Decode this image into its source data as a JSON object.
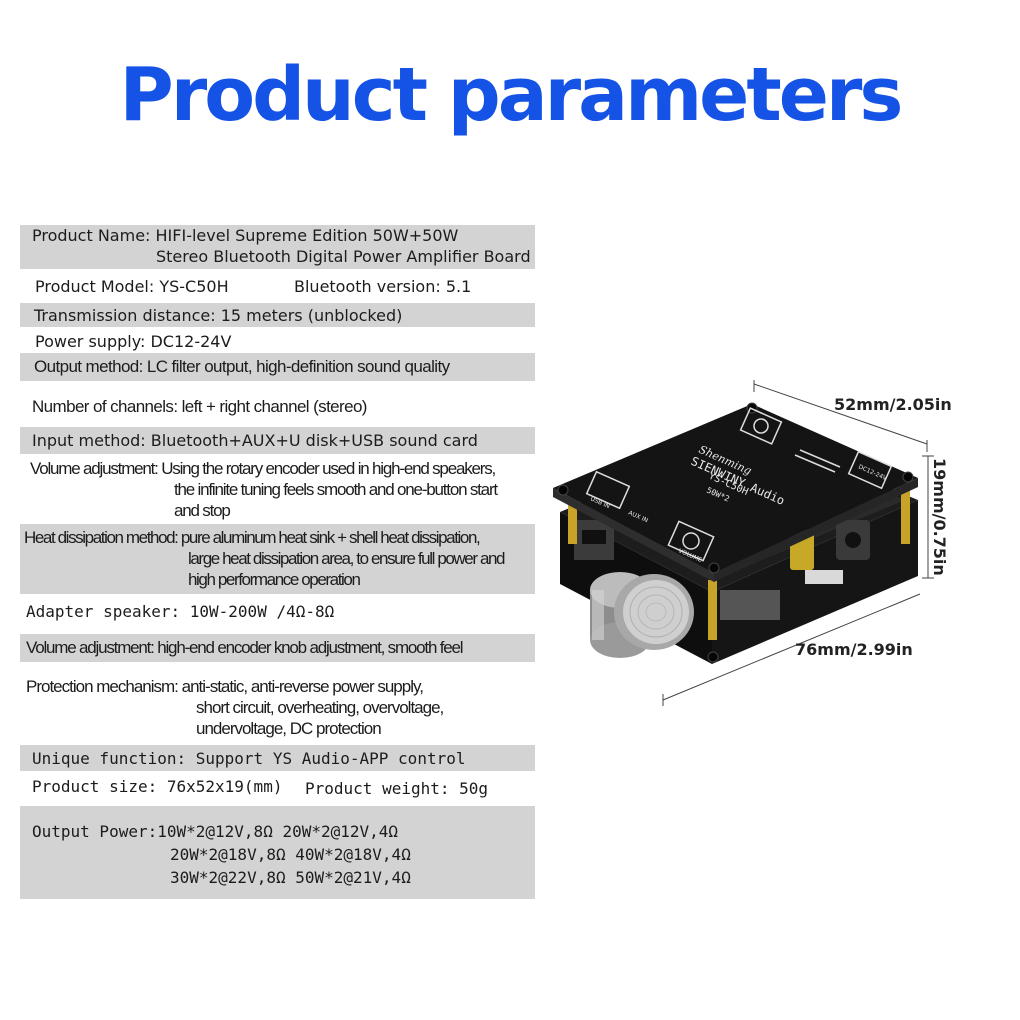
{
  "title": "Product parameters",
  "params": {
    "product_name_l1": "Product Name: HIFI-level Supreme Edition 50W+50W",
    "product_name_l2": "Stereo Bluetooth Digital Power Amplifier Board",
    "model": "Product Model: YS-C50H",
    "bluetooth": "Bluetooth version: 5.1",
    "distance": "Transmission distance: 15 meters (unblocked)",
    "power_supply": "Power supply: DC12-24V",
    "output_method": "Output method: LC filter output, high-definition sound quality",
    "channels": "Number of channels: left + right channel (stereo)",
    "input_method": "Input method: Bluetooth+AUX+U disk+USB sound card",
    "volume_l1": "Volume adjustment: Using the rotary encoder used in high-end speakers,",
    "volume_l2": "the infinite tuning feels smooth and one-button start",
    "volume_l3": "and stop",
    "heat_l1": "Heat dissipation method: pure aluminum heat sink + shell heat dissipation,",
    "heat_l2": "large heat dissipation area, to ensure full power and",
    "heat_l3": "high performance operation",
    "adapter": "Adapter speaker: 10W-200W /4Ω-8Ω",
    "volume2": "Volume adjustment: high-end encoder knob adjustment, smooth feel",
    "protection_l1": "Protection mechanism: anti-static, anti-reverse power supply,",
    "protection_l2": "short circuit, overheating, overvoltage,",
    "protection_l3": "undervoltage, DC protection",
    "unique": "Unique function: Support YS Audio-APP control",
    "size": "Product size: 76x52x19(mm)",
    "weight": "Product weight: 50g",
    "output_l1": "Output Power:10W*2@12V,8Ω 20W*2@12V,4Ω",
    "output_l2": "20W*2@18V,8Ω 40W*2@18V,4Ω",
    "output_l3": "30W*2@22V,8Ω 50W*2@21V,4Ω"
  },
  "dimensions": {
    "width": "52mm/2.05in",
    "height": "19mm/0.75in",
    "length": "76mm/2.99in"
  },
  "board": {
    "brand_script": "Shenming",
    "brand": "SIENWINY Audio",
    "model": "YS-C50H",
    "power": "50W*2",
    "label_aux": "AUX IN",
    "label_usb": "USB IN",
    "label_volume": "VOLUME",
    "label_dc": "DC12-24V"
  },
  "colors": {
    "title": "#1552e6",
    "row_bg": "#d3d3d3",
    "board_top": "#141414",
    "gold": "#c9a22a"
  }
}
